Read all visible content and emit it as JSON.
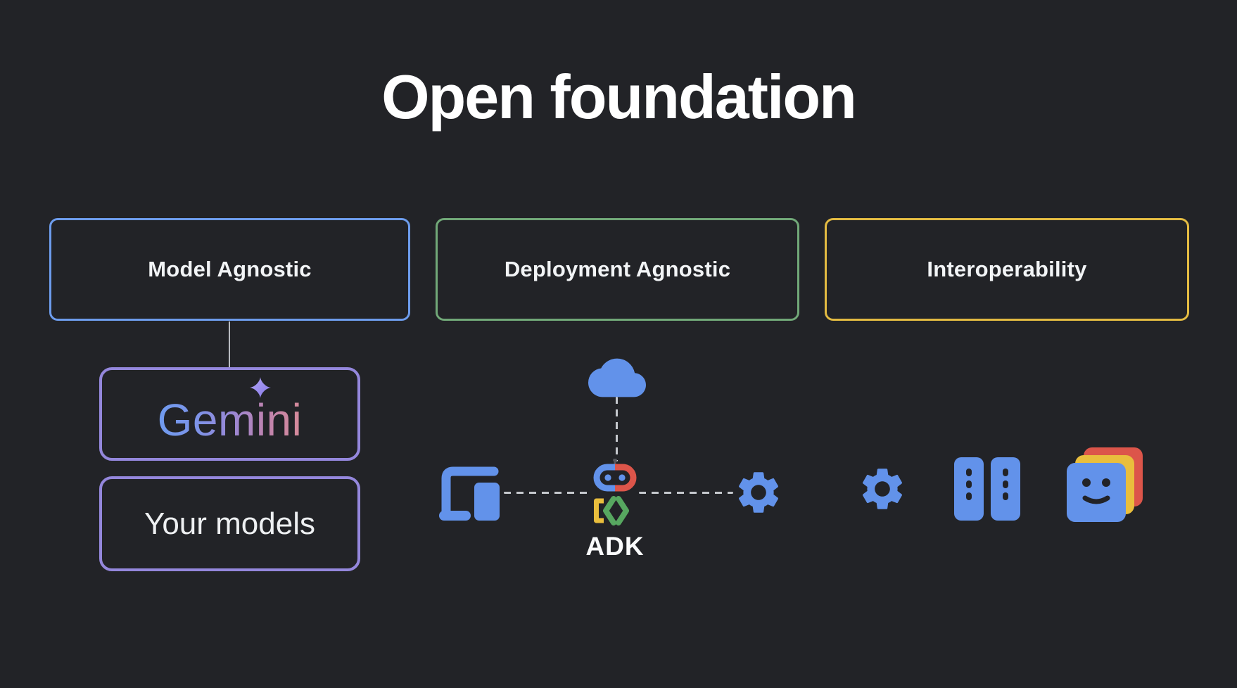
{
  "slide": {
    "title": "Open foundation",
    "pillars": [
      {
        "id": "model-agnostic",
        "label": "Model Agnostic",
        "accent": "#6D9CEC"
      },
      {
        "id": "deployment-agnostic",
        "label": "Deployment Agnostic",
        "accent": "#71A878"
      },
      {
        "id": "interoperability",
        "label": "Interoperability",
        "accent": "#E3BB42"
      }
    ],
    "models": {
      "gemini_label": "Gemini",
      "your_models_label": "Your models",
      "accent": "#9487DC"
    },
    "adk_label": "ADK",
    "icons": [
      {
        "name": "devices-icon"
      },
      {
        "name": "cloud-icon"
      },
      {
        "name": "adk-robot-icon"
      },
      {
        "name": "gear-icon"
      },
      {
        "name": "gear-icon-2"
      },
      {
        "name": "server-racks-icon"
      },
      {
        "name": "agent-cards-icon"
      },
      {
        "name": "sparkle-icon"
      }
    ],
    "colors": {
      "background": "#222327",
      "title_text": "#ffffff",
      "box_text": "#f2f4f6",
      "blue_border": "#6D9CEC",
      "green_border": "#71A878",
      "yellow_border": "#E3BB42",
      "purple_border": "#9487DC",
      "icon_blue": "#6292EA",
      "icon_red": "#DC554A",
      "icon_yellow": "#E9BE3D",
      "icon_green": "#57A760",
      "dash_grey": "#c6c9ce",
      "gemini_gradient": [
        "#6F9BEF",
        "#7E93E8",
        "#9A87D5",
        "#C184AE",
        "#D68A99"
      ]
    }
  }
}
